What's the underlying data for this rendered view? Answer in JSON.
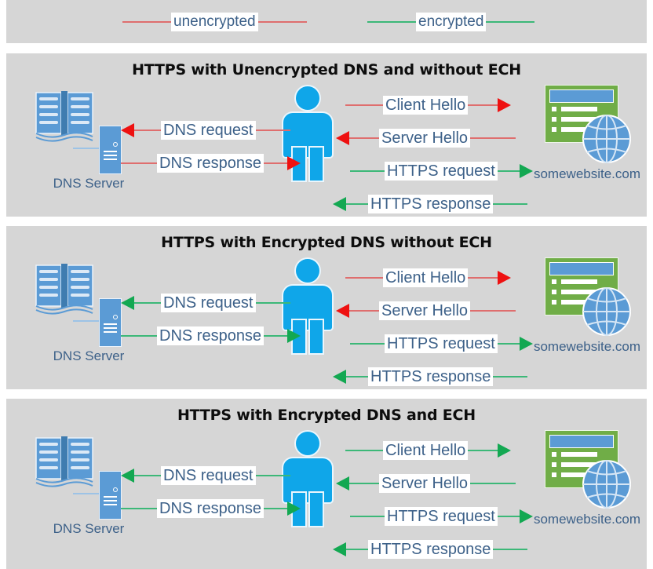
{
  "legend": {
    "items": [
      {
        "label": "unencrypted",
        "color": "#df6e6e"
      },
      {
        "label": "encrypted",
        "color": "#3cb878"
      }
    ]
  },
  "colors": {
    "panel_background": "#d6d6d6",
    "page_background": "#ffffff",
    "unencrypted_line": "#df6e6e",
    "unencrypted_arrowhead": "#ee1111",
    "encrypted_line": "#3cb878",
    "encrypted_arrowhead": "#13a852",
    "label_text": "#3d6189",
    "title_text": "#0d0d0d",
    "person": "#0fa6e9",
    "server_blue": "#5b9bd5",
    "website_green": "#70ad47"
  },
  "nodes": {
    "dns_server_label": "DNS Server",
    "website_label": "somewebsite.com",
    "dns_server_icon": "book-and-server-icon",
    "client_icon": "person-icon",
    "website_icon": "browser-window-globe-icon"
  },
  "panels": [
    {
      "title": "HTTPS with Unencrypted DNS and without ECH",
      "flows": [
        {
          "label": "DNS request",
          "direction": "left",
          "encrypted": false,
          "side": "dns"
        },
        {
          "label": "DNS response",
          "direction": "right",
          "encrypted": false,
          "side": "dns"
        },
        {
          "label": "Client Hello",
          "direction": "right",
          "encrypted": false,
          "side": "https"
        },
        {
          "label": "Server Hello",
          "direction": "left",
          "encrypted": false,
          "side": "https"
        },
        {
          "label": "HTTPS request",
          "direction": "right",
          "encrypted": true,
          "side": "https"
        },
        {
          "label": "HTTPS response",
          "direction": "left",
          "encrypted": true,
          "side": "https"
        }
      ]
    },
    {
      "title": "HTTPS with Encrypted DNS without ECH",
      "flows": [
        {
          "label": "DNS request",
          "direction": "left",
          "encrypted": true,
          "side": "dns"
        },
        {
          "label": "DNS response",
          "direction": "right",
          "encrypted": true,
          "side": "dns"
        },
        {
          "label": "Client Hello",
          "direction": "right",
          "encrypted": false,
          "side": "https"
        },
        {
          "label": "Server Hello",
          "direction": "left",
          "encrypted": false,
          "side": "https"
        },
        {
          "label": "HTTPS request",
          "direction": "right",
          "encrypted": true,
          "side": "https"
        },
        {
          "label": "HTTPS response",
          "direction": "left",
          "encrypted": true,
          "side": "https"
        }
      ]
    },
    {
      "title": "HTTPS with Encrypted DNS and ECH",
      "flows": [
        {
          "label": "DNS request",
          "direction": "left",
          "encrypted": true,
          "side": "dns"
        },
        {
          "label": "DNS response",
          "direction": "right",
          "encrypted": true,
          "side": "dns"
        },
        {
          "label": "Client Hello",
          "direction": "right",
          "encrypted": true,
          "side": "https"
        },
        {
          "label": "Server Hello",
          "direction": "left",
          "encrypted": true,
          "side": "https"
        },
        {
          "label": "HTTPS request",
          "direction": "right",
          "encrypted": true,
          "side": "https"
        },
        {
          "label": "HTTPS response",
          "direction": "left",
          "encrypted": true,
          "side": "https"
        }
      ]
    }
  ]
}
